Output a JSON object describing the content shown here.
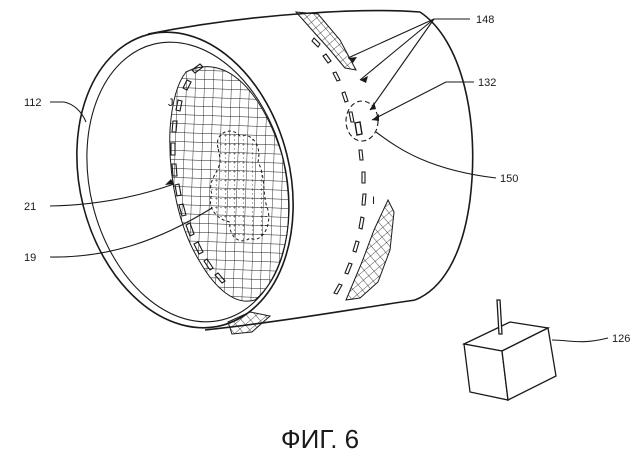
{
  "figure": {
    "caption": "ФИГ. 6",
    "labels": {
      "l148": "148",
      "l132": "132",
      "l150": "150",
      "l112": "112",
      "l21": "21",
      "l19": "19",
      "l126": "126",
      "lJ": "J",
      "lI": "I"
    }
  }
}
